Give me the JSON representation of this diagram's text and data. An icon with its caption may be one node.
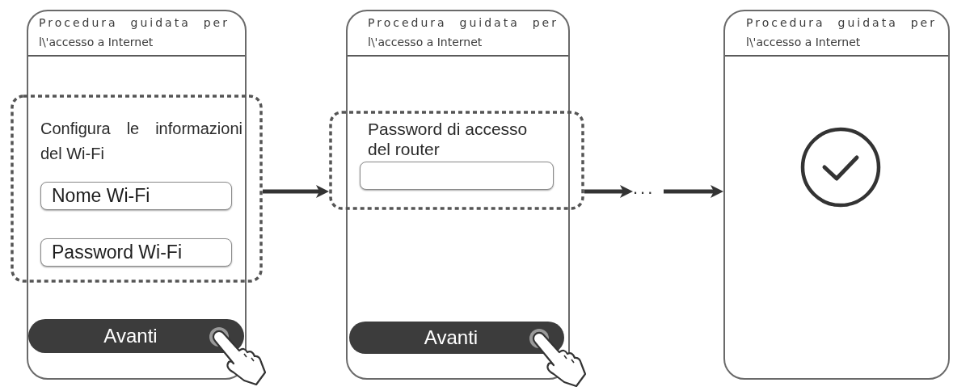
{
  "diagram": {
    "nodes": [
      {
        "text": [
          "Procedura guidata per l\\'accesso a Internet"
        ]
      },
      {
        "text": [
          "Configura le informazioni del Wi-Fi"
        ]
      },
      {
        "text": [
          "Nome Wi-Fi"
        ],
        "in": 1
      },
      {
        "text": [
          "Password Wi-Fi"
        ],
        "in": 1
      },
      {
        "text": [
          "Avanti"
        ],
        "in": 0
      },
      {
        "text": [
          "Procedura guidata per l\\'accesso a Internet"
        ]
      },
      {
        "text": [
          "Password di accesso del router"
        ]
      },
      {
        "text": [],
        "shape": "box",
        "in": 6
      },
      {
        "text": [
          "Avanti"
        ],
        "in": 5
      },
      {
        "text": [
          "..."
        ]
      },
      {
        "text": [
          "Procedura guidata per l\\'accesso a Internet"
        ]
      }
    ],
    "edges": [
      {
        "from": 1,
        "to": 6,
        "arrow": "to"
      },
      {
        "from": 6,
        "to": 9,
        "arrow": "to"
      },
      {
        "from": 9,
        "to": 10,
        "arrow": "to"
      }
    ]
  }
}
